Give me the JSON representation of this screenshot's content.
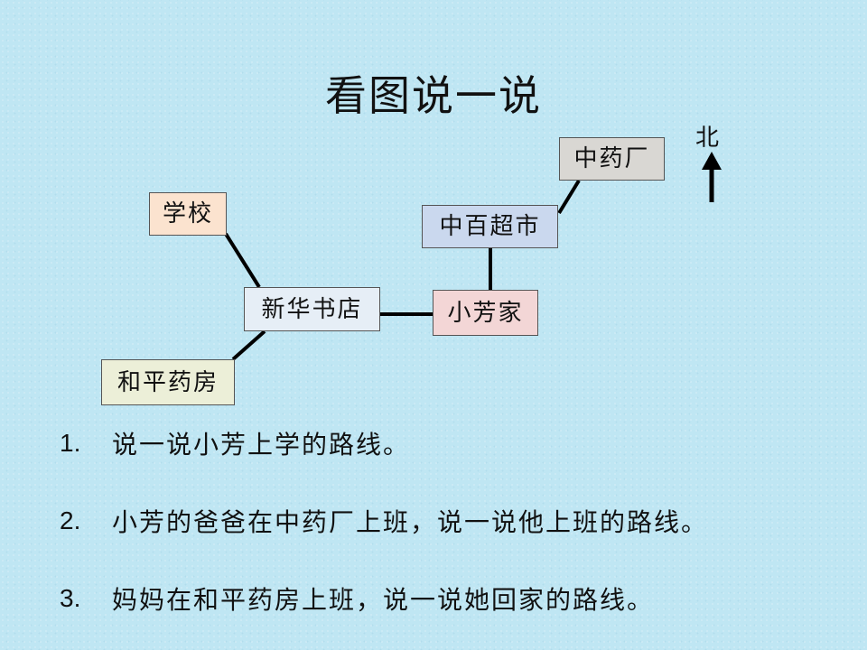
{
  "title": "看图说一说",
  "places": {
    "zhongyaochang": "中药厂",
    "xuexiao": "学校",
    "zhongbaichaoshi": "中百超市",
    "xinhuashudian": "新华书店",
    "xiaofangjia": "小芳家",
    "hepingyaofang": "和平药房"
  },
  "place_colors": {
    "zhongyaochang": "#d9d7d3",
    "xuexiao": "#fbe3cf",
    "zhongbaichaoshi": "#cad8ee",
    "xinhuashudian": "#e6eef6",
    "xiaofangjia": "#f3d6d6",
    "hepingyaofang": "#ecefd8"
  },
  "compass": {
    "label": "北",
    "icon": "north-arrow-icon"
  },
  "questions": [
    {
      "num": "1.",
      "text": "说一说小芳上学的路线。"
    },
    {
      "num": "2.",
      "text": "小芳的爸爸在中药厂上班，说一说他上班的路线。"
    },
    {
      "num": "3.",
      "text": "妈妈在和平药房上班，说一说她回家的路线。"
    }
  ]
}
